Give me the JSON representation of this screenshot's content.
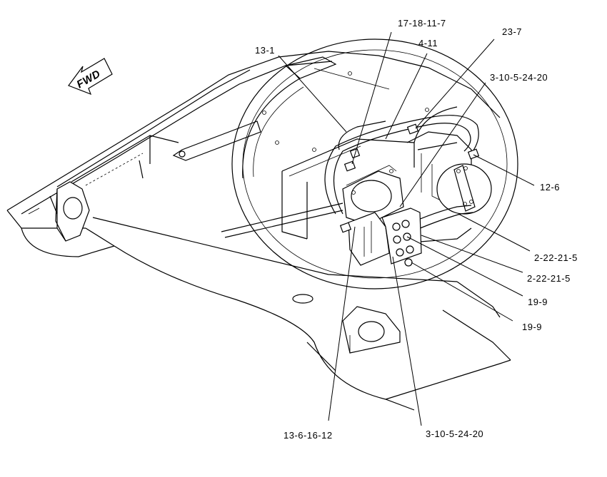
{
  "direction_indicator": {
    "label": "FWD"
  },
  "callouts": [
    {
      "id": "13-1",
      "text": "13-1"
    },
    {
      "id": "17-18-11-7",
      "text": "17-18-11-7"
    },
    {
      "id": "4-11",
      "text": "4-11"
    },
    {
      "id": "23-7",
      "text": "23-7"
    },
    {
      "id": "3-10-5-24-20a",
      "text": "3-10-5-24-20"
    },
    {
      "id": "12-6",
      "text": "12-6"
    },
    {
      "id": "2-22-21-5a",
      "text": "2-22-21-5"
    },
    {
      "id": "2-22-21-5b",
      "text": "2-22-21-5"
    },
    {
      "id": "19-9a",
      "text": "19-9"
    },
    {
      "id": "19-9b",
      "text": "19-9"
    },
    {
      "id": "13-6-16-12",
      "text": "13-6-16-12"
    },
    {
      "id": "3-10-5-24-20b",
      "text": "3-10-5-24-20"
    }
  ]
}
